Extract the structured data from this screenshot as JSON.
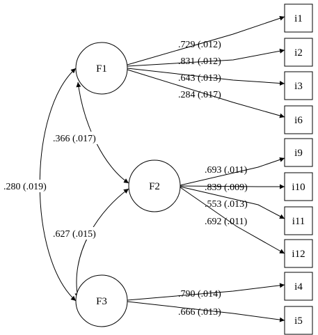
{
  "factors": [
    {
      "id": "F1",
      "label": "F1"
    },
    {
      "id": "F2",
      "label": "F2"
    },
    {
      "id": "F3",
      "label": "F3"
    }
  ],
  "indicators": [
    {
      "id": "i1",
      "label": "i1"
    },
    {
      "id": "i2",
      "label": "i2"
    },
    {
      "id": "i3",
      "label": "i3"
    },
    {
      "id": "i6",
      "label": "i6"
    },
    {
      "id": "i9",
      "label": "i9"
    },
    {
      "id": "i10",
      "label": "i10"
    },
    {
      "id": "i11",
      "label": "i11"
    },
    {
      "id": "i12",
      "label": "i12"
    },
    {
      "id": "i4",
      "label": "i4"
    },
    {
      "id": "i5",
      "label": "i5"
    }
  ],
  "loadings": [
    {
      "from": "F1",
      "to": "i1",
      "label": ".729 (.012)"
    },
    {
      "from": "F1",
      "to": "i2",
      "label": ".831 (.012)"
    },
    {
      "from": "F1",
      "to": "i3",
      "label": ".643 (.013)"
    },
    {
      "from": "F1",
      "to": "i6",
      "label": ".284 (.017)"
    },
    {
      "from": "F2",
      "to": "i9",
      "label": ".693 (.011)"
    },
    {
      "from": "F2",
      "to": "i10",
      "label": ".839 (.009)"
    },
    {
      "from": "F2",
      "to": "i11",
      "label": ".553 (.013)"
    },
    {
      "from": "F2",
      "to": "i12",
      "label": ".692 (.011)"
    },
    {
      "from": "F3",
      "to": "i4",
      "label": ".790 (.014)"
    },
    {
      "from": "F3",
      "to": "i5",
      "label": ".666 (.013)"
    }
  ],
  "correlations": [
    {
      "from": "F1",
      "to": "F2",
      "label": ".366 (.017)"
    },
    {
      "from": "F2",
      "to": "F3",
      "label": ".627 (.015)"
    },
    {
      "from": "F1",
      "to": "F3",
      "label": ".280 (.019)"
    }
  ]
}
